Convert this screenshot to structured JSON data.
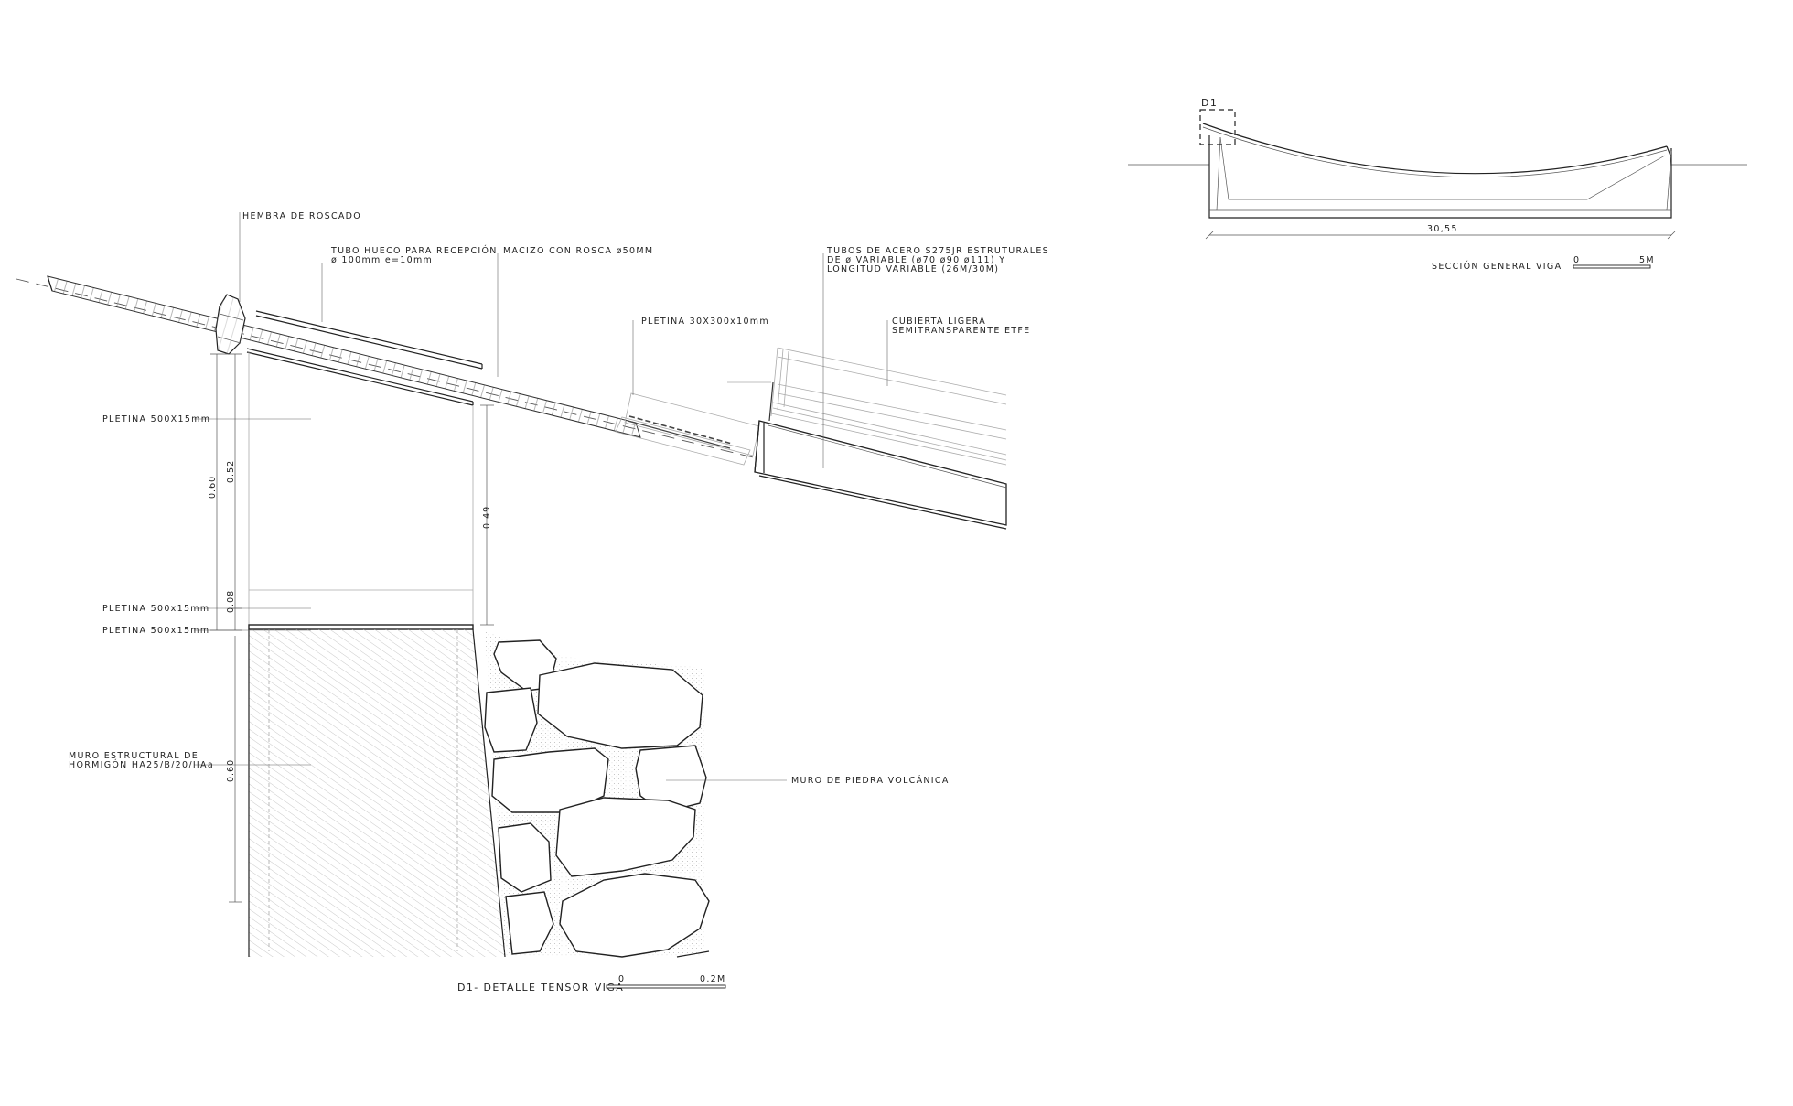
{
  "detail": {
    "labels": {
      "hembra": "HEMBRA DE ROSCADO",
      "tubo_hueco_1": "TUBO HUECO PARA RECEPCIÓN",
      "tubo_hueco_2": "ø 100mm e=10mm",
      "macizo": "MACIZO CON ROSCA ø50MM",
      "tubos_acero_1": "TUBOS DE ACERO S275JR ESTRUTURALES",
      "tubos_acero_2": "DE ø VARIABLE (ø70 ø90 ø111) Y",
      "tubos_acero_3": "LONGITUD VARIABLE (26M/30M)",
      "pletina_30": "PLETINA 30X300x10mm",
      "cubierta_1": "CUBIERTA LIGERA",
      "cubierta_2": "SEMITRANSPARENTE ETFE",
      "pletina_a": "PLETINA 500X15mm",
      "pletina_b": "PLETINA 500x15mm",
      "pletina_c": "PLETINA 500x15mm",
      "muro_1": "MURO ESTRUCTURAL DE",
      "muro_2": "HORMIGÓN HA25/B/20/IIAa",
      "muro_piedra": "MURO DE PIEDRA VOLCÁNICA"
    },
    "dimensions": {
      "d060_top": "0.60",
      "d052": "0.52",
      "d049": "0.49",
      "d008": "0.08",
      "d060_bottom": "0.60"
    },
    "title": "D1- DETALLE TENSOR VIGA",
    "scale_start": "0",
    "scale_end": "0.2M"
  },
  "section": {
    "marker": "D1",
    "span": "30,55",
    "title": "SECCIÓN GENERAL VIGA",
    "scale_start": "0",
    "scale_end": "5M"
  }
}
